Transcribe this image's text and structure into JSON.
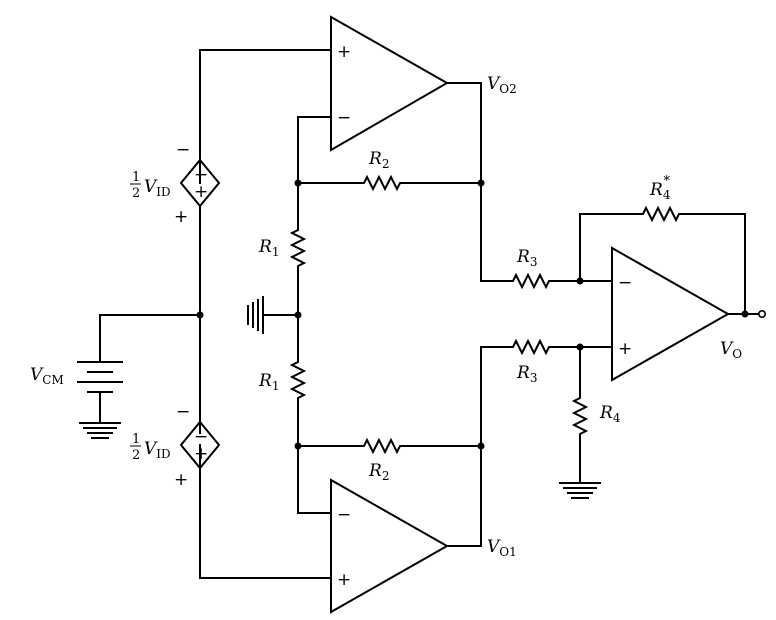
{
  "labels": {
    "vo2": {
      "main": "V",
      "sub": "O2"
    },
    "vo1": {
      "main": "V",
      "sub": "O1"
    },
    "vo": {
      "main": "V",
      "sub": "O"
    },
    "vcm": {
      "main": "V",
      "sub": "CM"
    },
    "r1_top": {
      "main": "R",
      "sub": "1"
    },
    "r1_bot": {
      "main": "R",
      "sub": "1"
    },
    "r2_top": {
      "main": "R",
      "sub": "2"
    },
    "r2_bot": {
      "main": "R",
      "sub": "2"
    },
    "r3_top": {
      "main": "R",
      "sub": "3"
    },
    "r3_bot": {
      "main": "R",
      "sub": "3"
    },
    "r4": {
      "main": "R",
      "sub": "4"
    },
    "r4_star": {
      "main": "R",
      "sub": "4",
      "sup": "*"
    },
    "vid_top": {
      "num": "1",
      "den": "2",
      "main": "V",
      "sub": "ID"
    },
    "vid_bot": {
      "num": "1",
      "den": "2",
      "main": "V",
      "sub": "ID"
    }
  },
  "signs": {
    "plus": "+",
    "minus": "−"
  }
}
